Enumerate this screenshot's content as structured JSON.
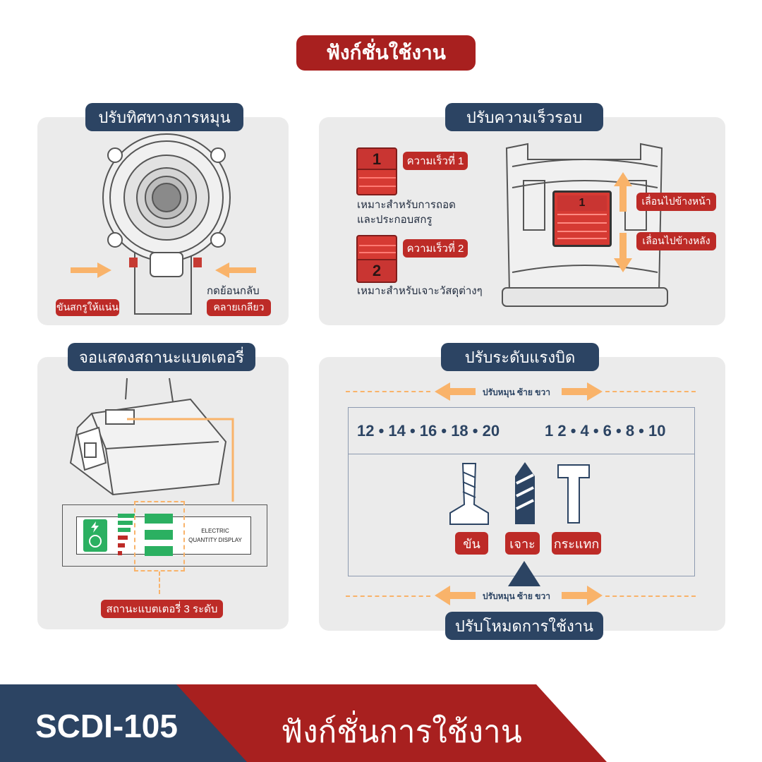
{
  "header": {
    "title": "ฟังก์ชั่นใช้งาน"
  },
  "panel_direction": {
    "title": "ปรับทิศทางการหมุน",
    "left_label": "ขันสกรูให้แน่น",
    "right_caption": "กดย้อนกลับ",
    "right_label": "คลายเกลียว"
  },
  "panel_speed": {
    "title": "ปรับความเร็วรอบ",
    "speed1_number": "1",
    "speed1_label": "ความเร็วที่ 1",
    "speed1_desc_line1": "เหมาะสำหรับการถอด",
    "speed1_desc_line2": "และประกอบสกรู",
    "speed2_number": "2",
    "speed2_label": "ความเร็วที่ 2",
    "speed2_desc": "เหมาะสำหรับเจาะวัสดุต่างๆ",
    "switch_number": "1",
    "forward_label": "เลื่อนไปข้างหน้า",
    "backward_label": "เลื่อนไปข้างหลัง"
  },
  "panel_battery": {
    "title": "จอแสดงสถานะแบตเตอรี่",
    "display_line1": "ELECTRIC",
    "display_line2": "QUANTITY DISPLAY",
    "levels_label": "สถานะแบตเตอรี่ 3 ระดับ"
  },
  "panel_torque": {
    "title": "ปรับระดับแรงบิด",
    "rotate_label_top": "ปรับหมุน ซ้าย ขวา",
    "scale_left": "12 • 14 • 16 • 18 • 20",
    "scale_right": "1  2 • 4 • 6 • 8 • 10",
    "mode_screw": "ขัน",
    "mode_drill": "เจาะ",
    "mode_hammer": "กระแทก",
    "rotate_label_bottom": "ปรับหมุน ซ้าย ขวา",
    "mode_title": "ปรับโหมดการใช้งาน"
  },
  "footer": {
    "model": "SCDI-105",
    "title": "ฟังก์ชั่นการใช้งาน"
  },
  "colors": {
    "brand_red": "#a8201f",
    "navy": "#2c4463",
    "orange": "#f9b36a",
    "panel_gray": "#ebebeb",
    "battery_green": "#2bb061"
  },
  "icons": [
    "arrow-right-icon",
    "arrow-left-icon",
    "arrow-up-icon",
    "arrow-down-icon",
    "screw-bit-icon",
    "drill-bit-icon",
    "hammer-bit-icon",
    "lightning-icon",
    "triangle-pointer-icon"
  ]
}
